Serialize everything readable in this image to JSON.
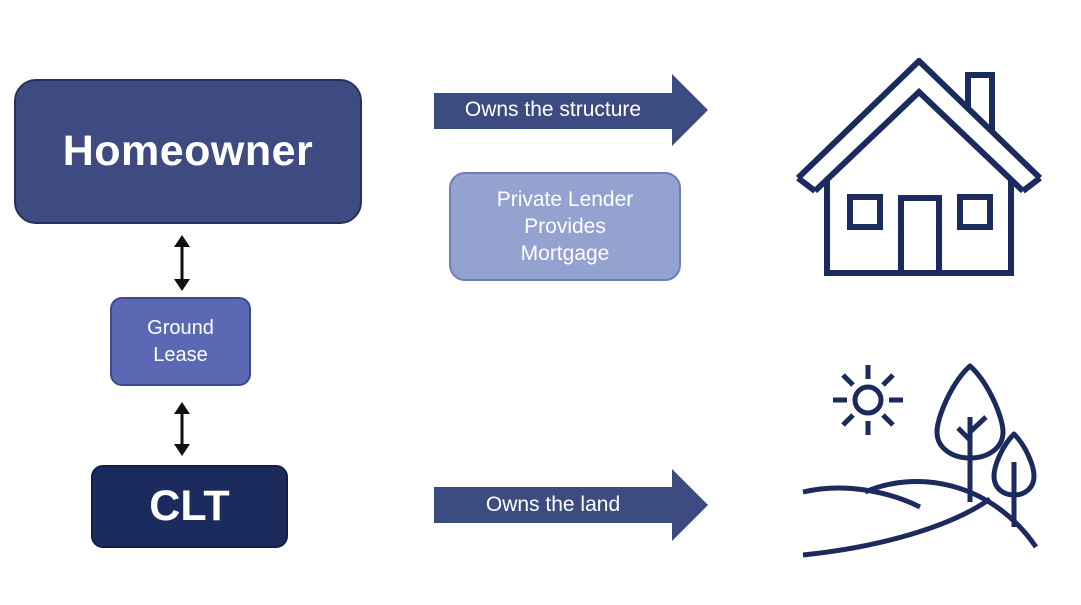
{
  "homeowner": {
    "label": "Homeowner"
  },
  "ground_lease": {
    "line1": "Ground",
    "line2": "Lease"
  },
  "clt": {
    "label": "CLT"
  },
  "lender": {
    "line1": "Private Lender",
    "line2": "Provides",
    "line3": "Mortgage"
  },
  "arrows": {
    "structure": "Owns the structure",
    "land": "Owns the land"
  },
  "colors": {
    "homeowner": "#3e4b80",
    "ground_lease": "#5b68b4",
    "clt": "#1c2b5e",
    "lender": "#93a2ce",
    "arrow": "#3c4b80",
    "icon_stroke": "#1b2b5d"
  },
  "icons": {
    "house": "house-icon",
    "landscape": "landscape-icon",
    "sun": "sun-icon",
    "tree": "tree-icon"
  }
}
